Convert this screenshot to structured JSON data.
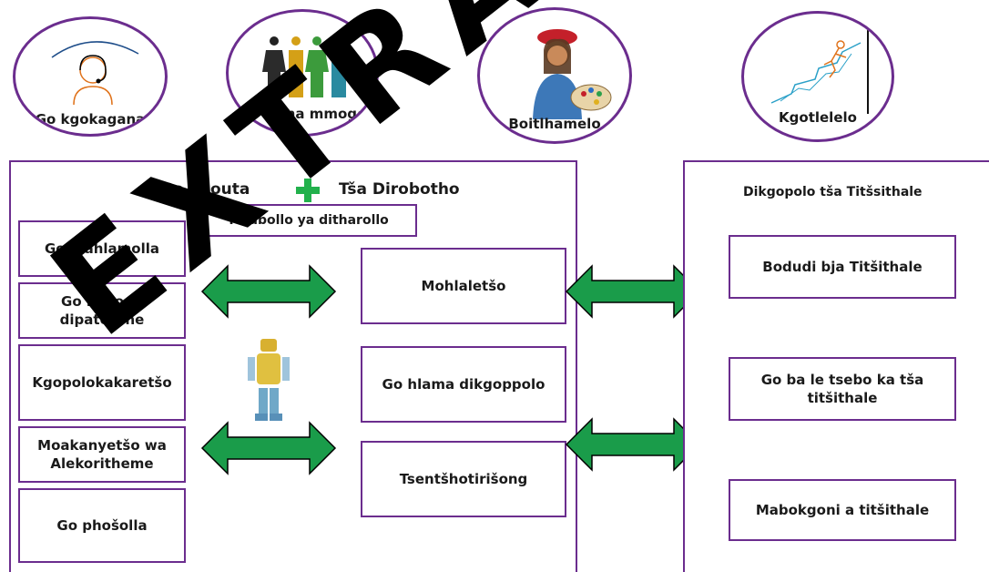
{
  "skills": [
    {
      "label": "Go kgokagana",
      "icon": "headset-person-icon"
    },
    {
      "label": "Go šoma mmogo",
      "icon": "team-people-icon"
    },
    {
      "label": "Boitlhamelo",
      "icon": "painter-icon"
    },
    {
      "label": "Kgotlelelo",
      "icon": "climber-icon"
    }
  ],
  "left_panel": {
    "heading_left": "Go khouta",
    "heading_right": "Tša Dirobotho",
    "plus_color": "#22b14c",
    "subtitle": "Tlhabollo ya ditharollo",
    "left_column": [
      "Go hlahlamolla",
      "Go lemoga dipaterone",
      "Kgopolokakaretšo",
      "Moakanyetšo wa Alekoritheme",
      "Go phošolla"
    ],
    "right_column": [
      "Mohlaletšo",
      "Go hlama dikgoppolo",
      "Tsentšhotirišong"
    ],
    "robot_icon": "robot-icon"
  },
  "right_panel": {
    "heading": "Dikgopolo tša Titšsithale",
    "items": [
      "Bodudi bja Titšithale",
      "Go ba le tsebo ka tša titšithale",
      "Mabokgoni a titšithale"
    ]
  },
  "colors": {
    "border": "#6b2d8e",
    "arrow": "#1a9c4a",
    "plus": "#22b14c"
  },
  "watermark": "EXTRACT"
}
